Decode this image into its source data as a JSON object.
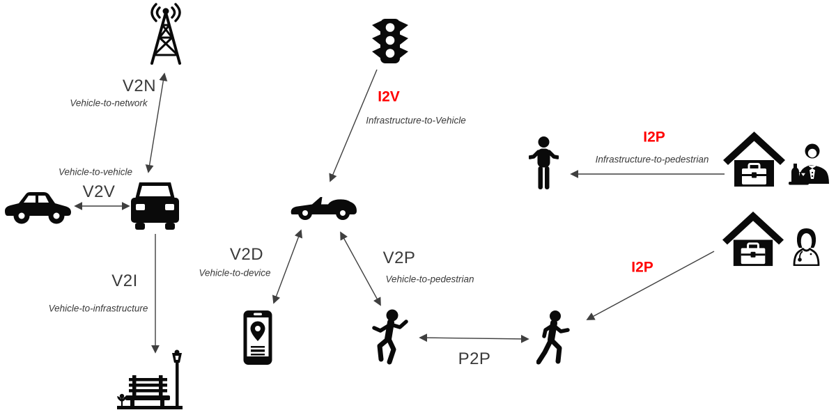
{
  "colors": {
    "accent_red": "#ff0000",
    "label_text": "#3a3a3a",
    "icon_black": "#0a0a0a",
    "arrow_gray": "#404040"
  },
  "connections": {
    "v2n": {
      "abbr": "V2N",
      "desc": "Vehicle-to-network"
    },
    "v2v": {
      "abbr": "V2V",
      "desc": "Vehicle-to-vehicle"
    },
    "v2i": {
      "abbr": "V2I",
      "desc": "Vehicle-to-infrastructure"
    },
    "i2v": {
      "abbr": "I2V",
      "desc": "Infrastructure-to-Vehicle"
    },
    "v2d": {
      "abbr": "V2D",
      "desc": "Vehicle-to-device"
    },
    "v2p": {
      "abbr": "V2P",
      "desc": "Vehicle-to-pedestrian"
    },
    "p2p": {
      "abbr": "P2P"
    },
    "i2p_top": {
      "abbr": "I2P",
      "desc": "Infrastructure-to-pedestrian"
    },
    "i2p_bottom": {
      "abbr": "I2P"
    }
  },
  "icons": [
    "cell-tower-icon",
    "car-side-icon",
    "car-front-icon",
    "park-bench-icon",
    "traffic-light-icon",
    "convertible-car-icon",
    "smartphone-navigation-icon",
    "pedestrian-standing-icon",
    "pedestrian-waving-icon",
    "pedestrian-walking-icon",
    "office-house-icon",
    "bartender-icon",
    "office-house-icon",
    "doctor-icon"
  ]
}
